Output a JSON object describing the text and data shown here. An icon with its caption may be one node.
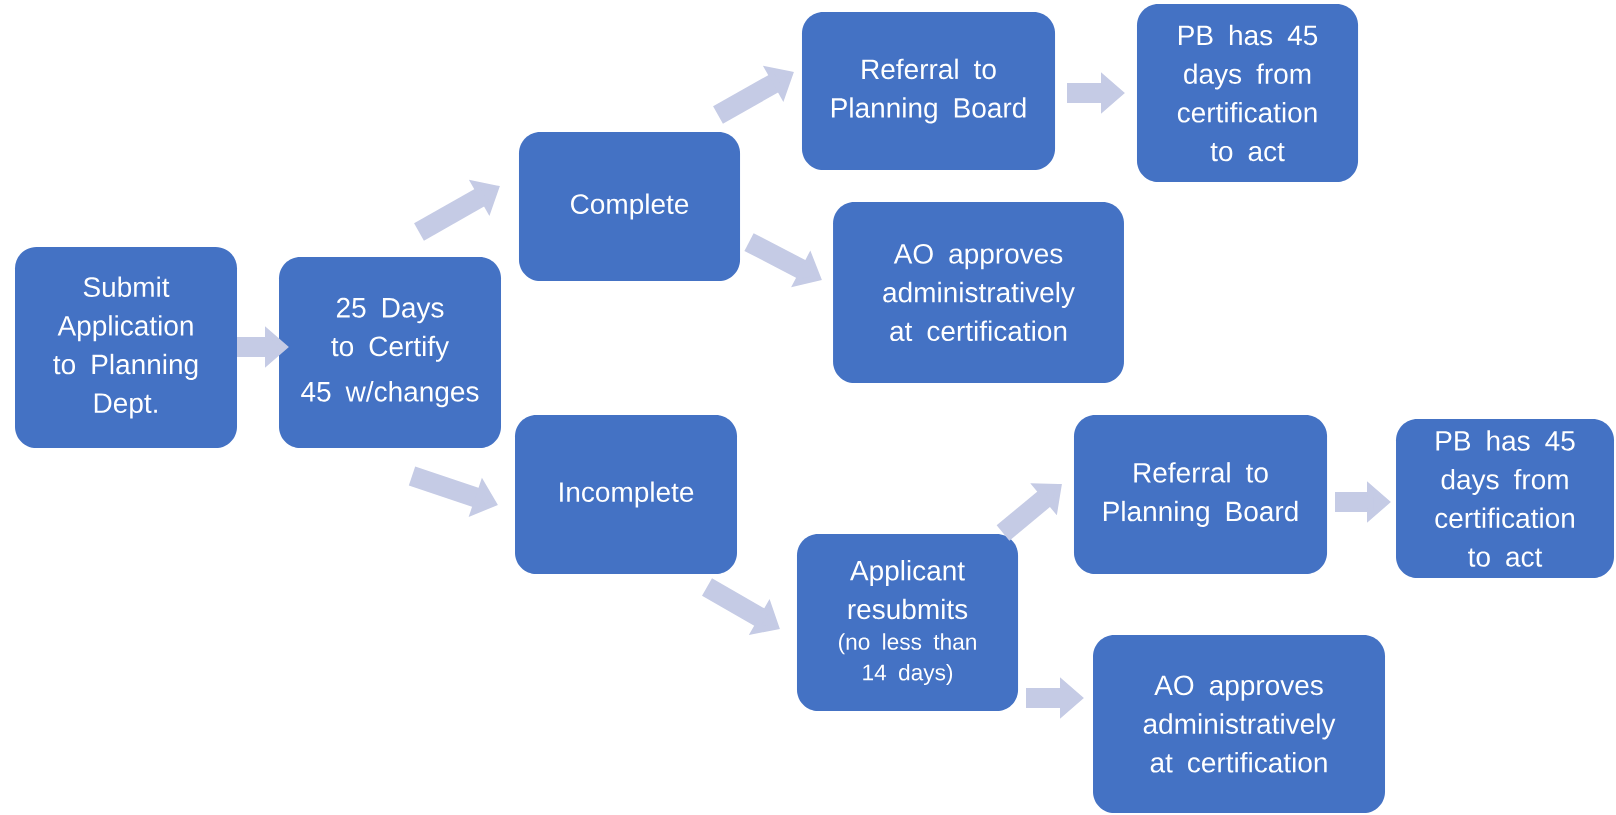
{
  "diagram": {
    "nodes": [
      {
        "text": [
          "Submit Application to Planning Dept."
        ]
      },
      {
        "text": [
          "25 Days to Certify",
          "45 w/changes"
        ]
      },
      {
        "text": [
          "Complete"
        ]
      },
      {
        "text": [
          "Referral to Planning Board"
        ]
      },
      {
        "text": [
          "PB has 45 days from certification to act"
        ]
      },
      {
        "text": [
          "AO approves administratively at certification"
        ]
      },
      {
        "text": [
          "Incomplete"
        ]
      },
      {
        "text": [
          "Applicant resubmits",
          "(no less than 14 days)"
        ]
      },
      {
        "text": [
          "Referral to Planning Board"
        ]
      },
      {
        "text": [
          "PB has 45 days from certification to act"
        ]
      },
      {
        "text": [
          "AO approves administratively at certification"
        ]
      }
    ],
    "edges": [
      {
        "from": 0,
        "to": 1,
        "arrow": "to"
      },
      {
        "from": 1,
        "to": 2,
        "arrow": "to"
      },
      {
        "from": 1,
        "to": 6,
        "arrow": "to"
      },
      {
        "from": 2,
        "to": 3,
        "arrow": "to"
      },
      {
        "from": 2,
        "to": 5,
        "arrow": "to"
      },
      {
        "from": 3,
        "to": 4,
        "arrow": "to"
      },
      {
        "from": 6,
        "to": 7,
        "arrow": "to"
      },
      {
        "from": 7,
        "to": 8,
        "arrow": "to"
      },
      {
        "from": 8,
        "to": 9,
        "arrow": "to"
      },
      {
        "from": 7,
        "to": 10,
        "arrow": "to"
      }
    ]
  }
}
